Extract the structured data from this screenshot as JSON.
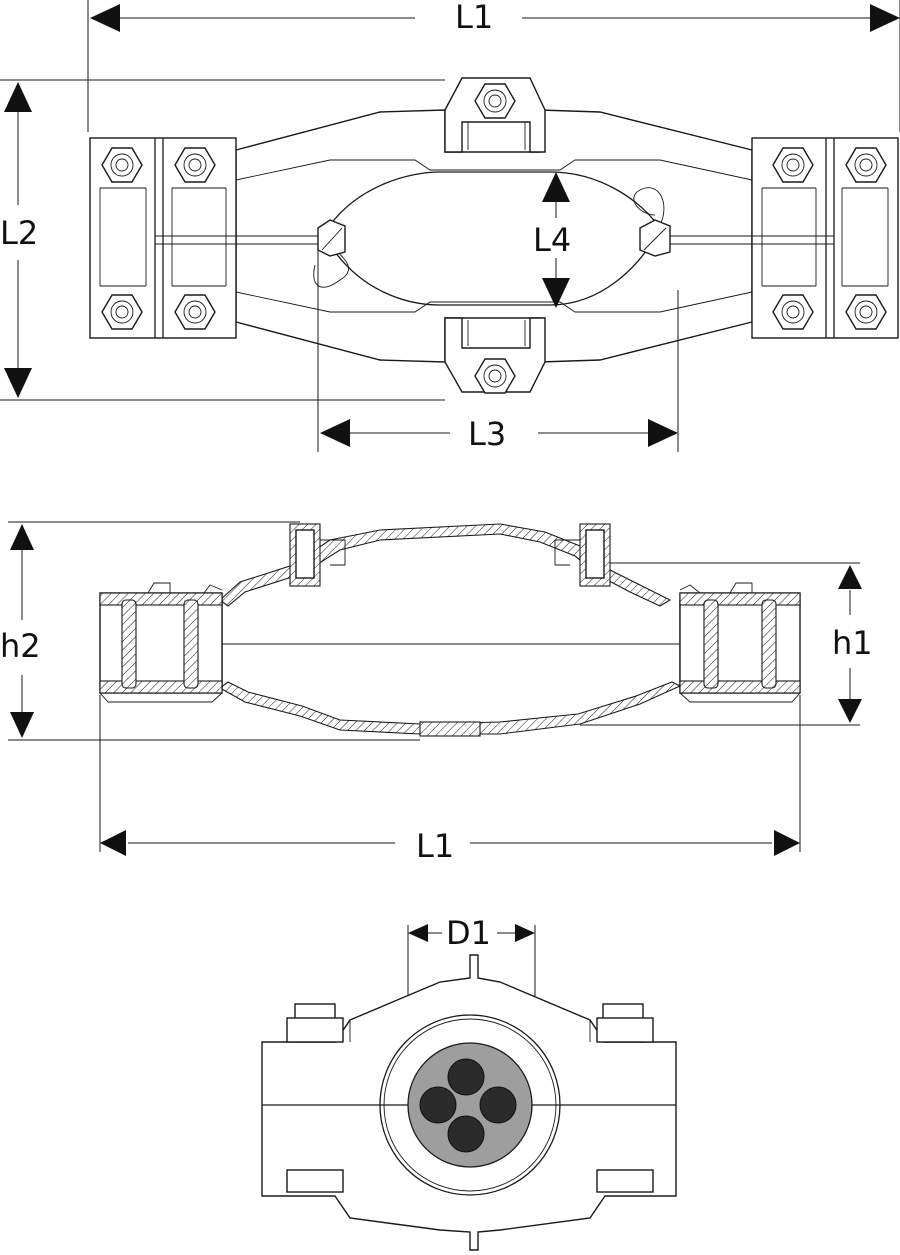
{
  "top_view": {
    "labels": {
      "L1": "L1",
      "L2": "L2",
      "L3": "L3",
      "L4": "L4"
    }
  },
  "side_view": {
    "labels": {
      "h2": "h2",
      "h1": "h1",
      "L1": "L1"
    }
  },
  "end_view": {
    "labels": {
      "D1": "D1"
    },
    "cores": 4,
    "colors": {
      "sheath": "#9e9e9e",
      "core": "#2b2b2b"
    }
  }
}
